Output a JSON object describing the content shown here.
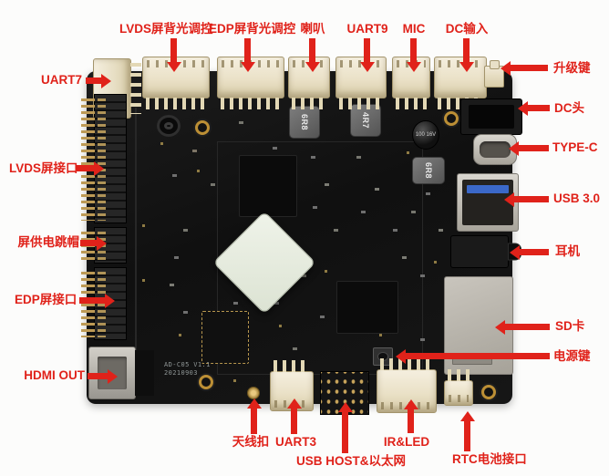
{
  "photo": {
    "description": "Annotated product photo of an embedded Android motherboard (black PCB) on white background with red callout labels"
  },
  "labels": {
    "top": [
      {
        "id": "lvds-backlight",
        "text": "LVDS屏背光调控"
      },
      {
        "id": "edp-backlight",
        "text": "EDP屏背光调控"
      },
      {
        "id": "speaker",
        "text": "喇叭"
      },
      {
        "id": "uart9",
        "text": "UART9"
      },
      {
        "id": "mic",
        "text": "MIC"
      },
      {
        "id": "dc-input",
        "text": "DC输入"
      }
    ],
    "right": [
      {
        "id": "upgrade-key",
        "text": "升级键"
      },
      {
        "id": "dc-plug",
        "text": "DC头"
      },
      {
        "id": "type-c",
        "text": "TYPE-C"
      },
      {
        "id": "usb3",
        "text": "USB 3.0"
      },
      {
        "id": "earphone",
        "text": "耳机"
      },
      {
        "id": "sd-card",
        "text": "SD卡"
      },
      {
        "id": "power-key",
        "text": "电源键"
      }
    ],
    "bottom": [
      {
        "id": "antenna-clip",
        "text": "天线扣"
      },
      {
        "id": "uart3",
        "text": "UART3"
      },
      {
        "id": "usb-host-ethernet",
        "text": "USB HOST&以太网"
      },
      {
        "id": "ir-led",
        "text": "IR&LED"
      },
      {
        "id": "rtc-battery",
        "text": "RTC电池接口"
      }
    ],
    "left": [
      {
        "id": "uart7",
        "text": "UART7"
      },
      {
        "id": "lvds-screen",
        "text": "LVDS屏接口"
      },
      {
        "id": "screen-power-jumper",
        "text": "屏供电跳帽"
      },
      {
        "id": "edp-screen",
        "text": "EDP屏接口"
      },
      {
        "id": "hdmi-out",
        "text": "HDMI OUT"
      }
    ]
  },
  "board_silkscreen": {
    "model": "AD-C05 V1.1",
    "date": "20210903"
  },
  "component_markings": {
    "inductor_a": "6R8",
    "inductor_b": "4R7",
    "inductor_c": "6R8",
    "capacitor": "100 16V"
  },
  "colors": {
    "label_red": "#e0221a",
    "pcb_black": "#151515",
    "connector_cream": "#ece4cd",
    "port_silver": "#b9b5ad",
    "usb_blue": "#3b68c8",
    "gold": "#bc8f35"
  }
}
